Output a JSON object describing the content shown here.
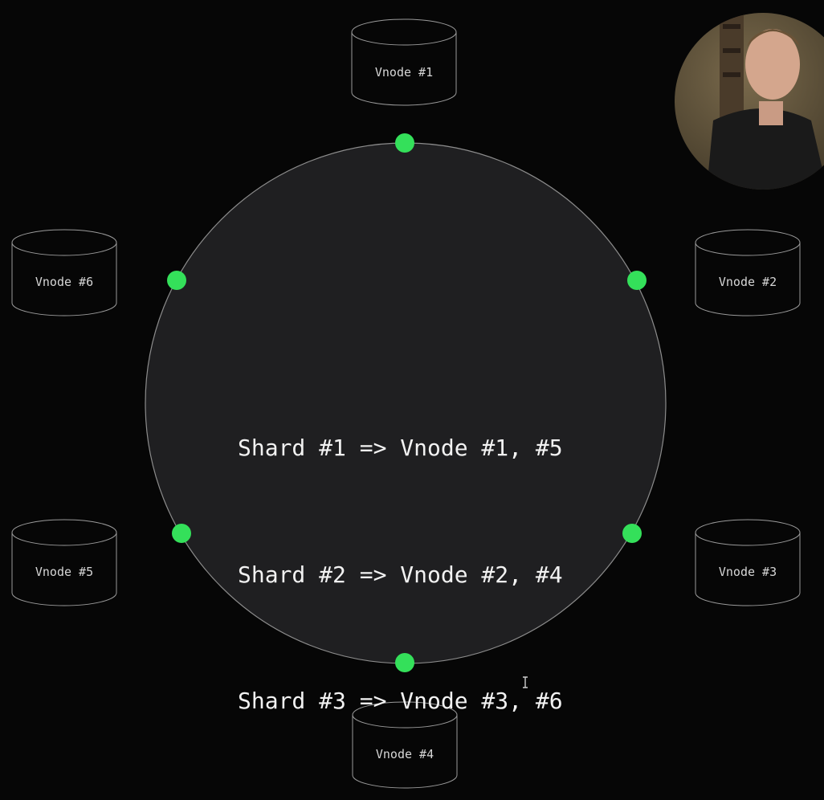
{
  "diagram": {
    "mappings": [
      "Shard #1 => Vnode #1, #5",
      "Shard #2 => Vnode #2, #4",
      "Shard #3 => Vnode #3, #6"
    ],
    "vnodes": [
      {
        "label": "Vnode #1"
      },
      {
        "label": "Vnode #2"
      },
      {
        "label": "Vnode #3"
      },
      {
        "label": "Vnode #4"
      },
      {
        "label": "Vnode #5"
      },
      {
        "label": "Vnode #6"
      }
    ]
  },
  "colors": {
    "background": "#060606",
    "ring_fill": "#1f1f21",
    "ring_stroke": "#8c8c8c",
    "node_dot": "#34e05a",
    "cylinder_stroke": "#9a9a9a",
    "text": "#f2f2f2"
  }
}
